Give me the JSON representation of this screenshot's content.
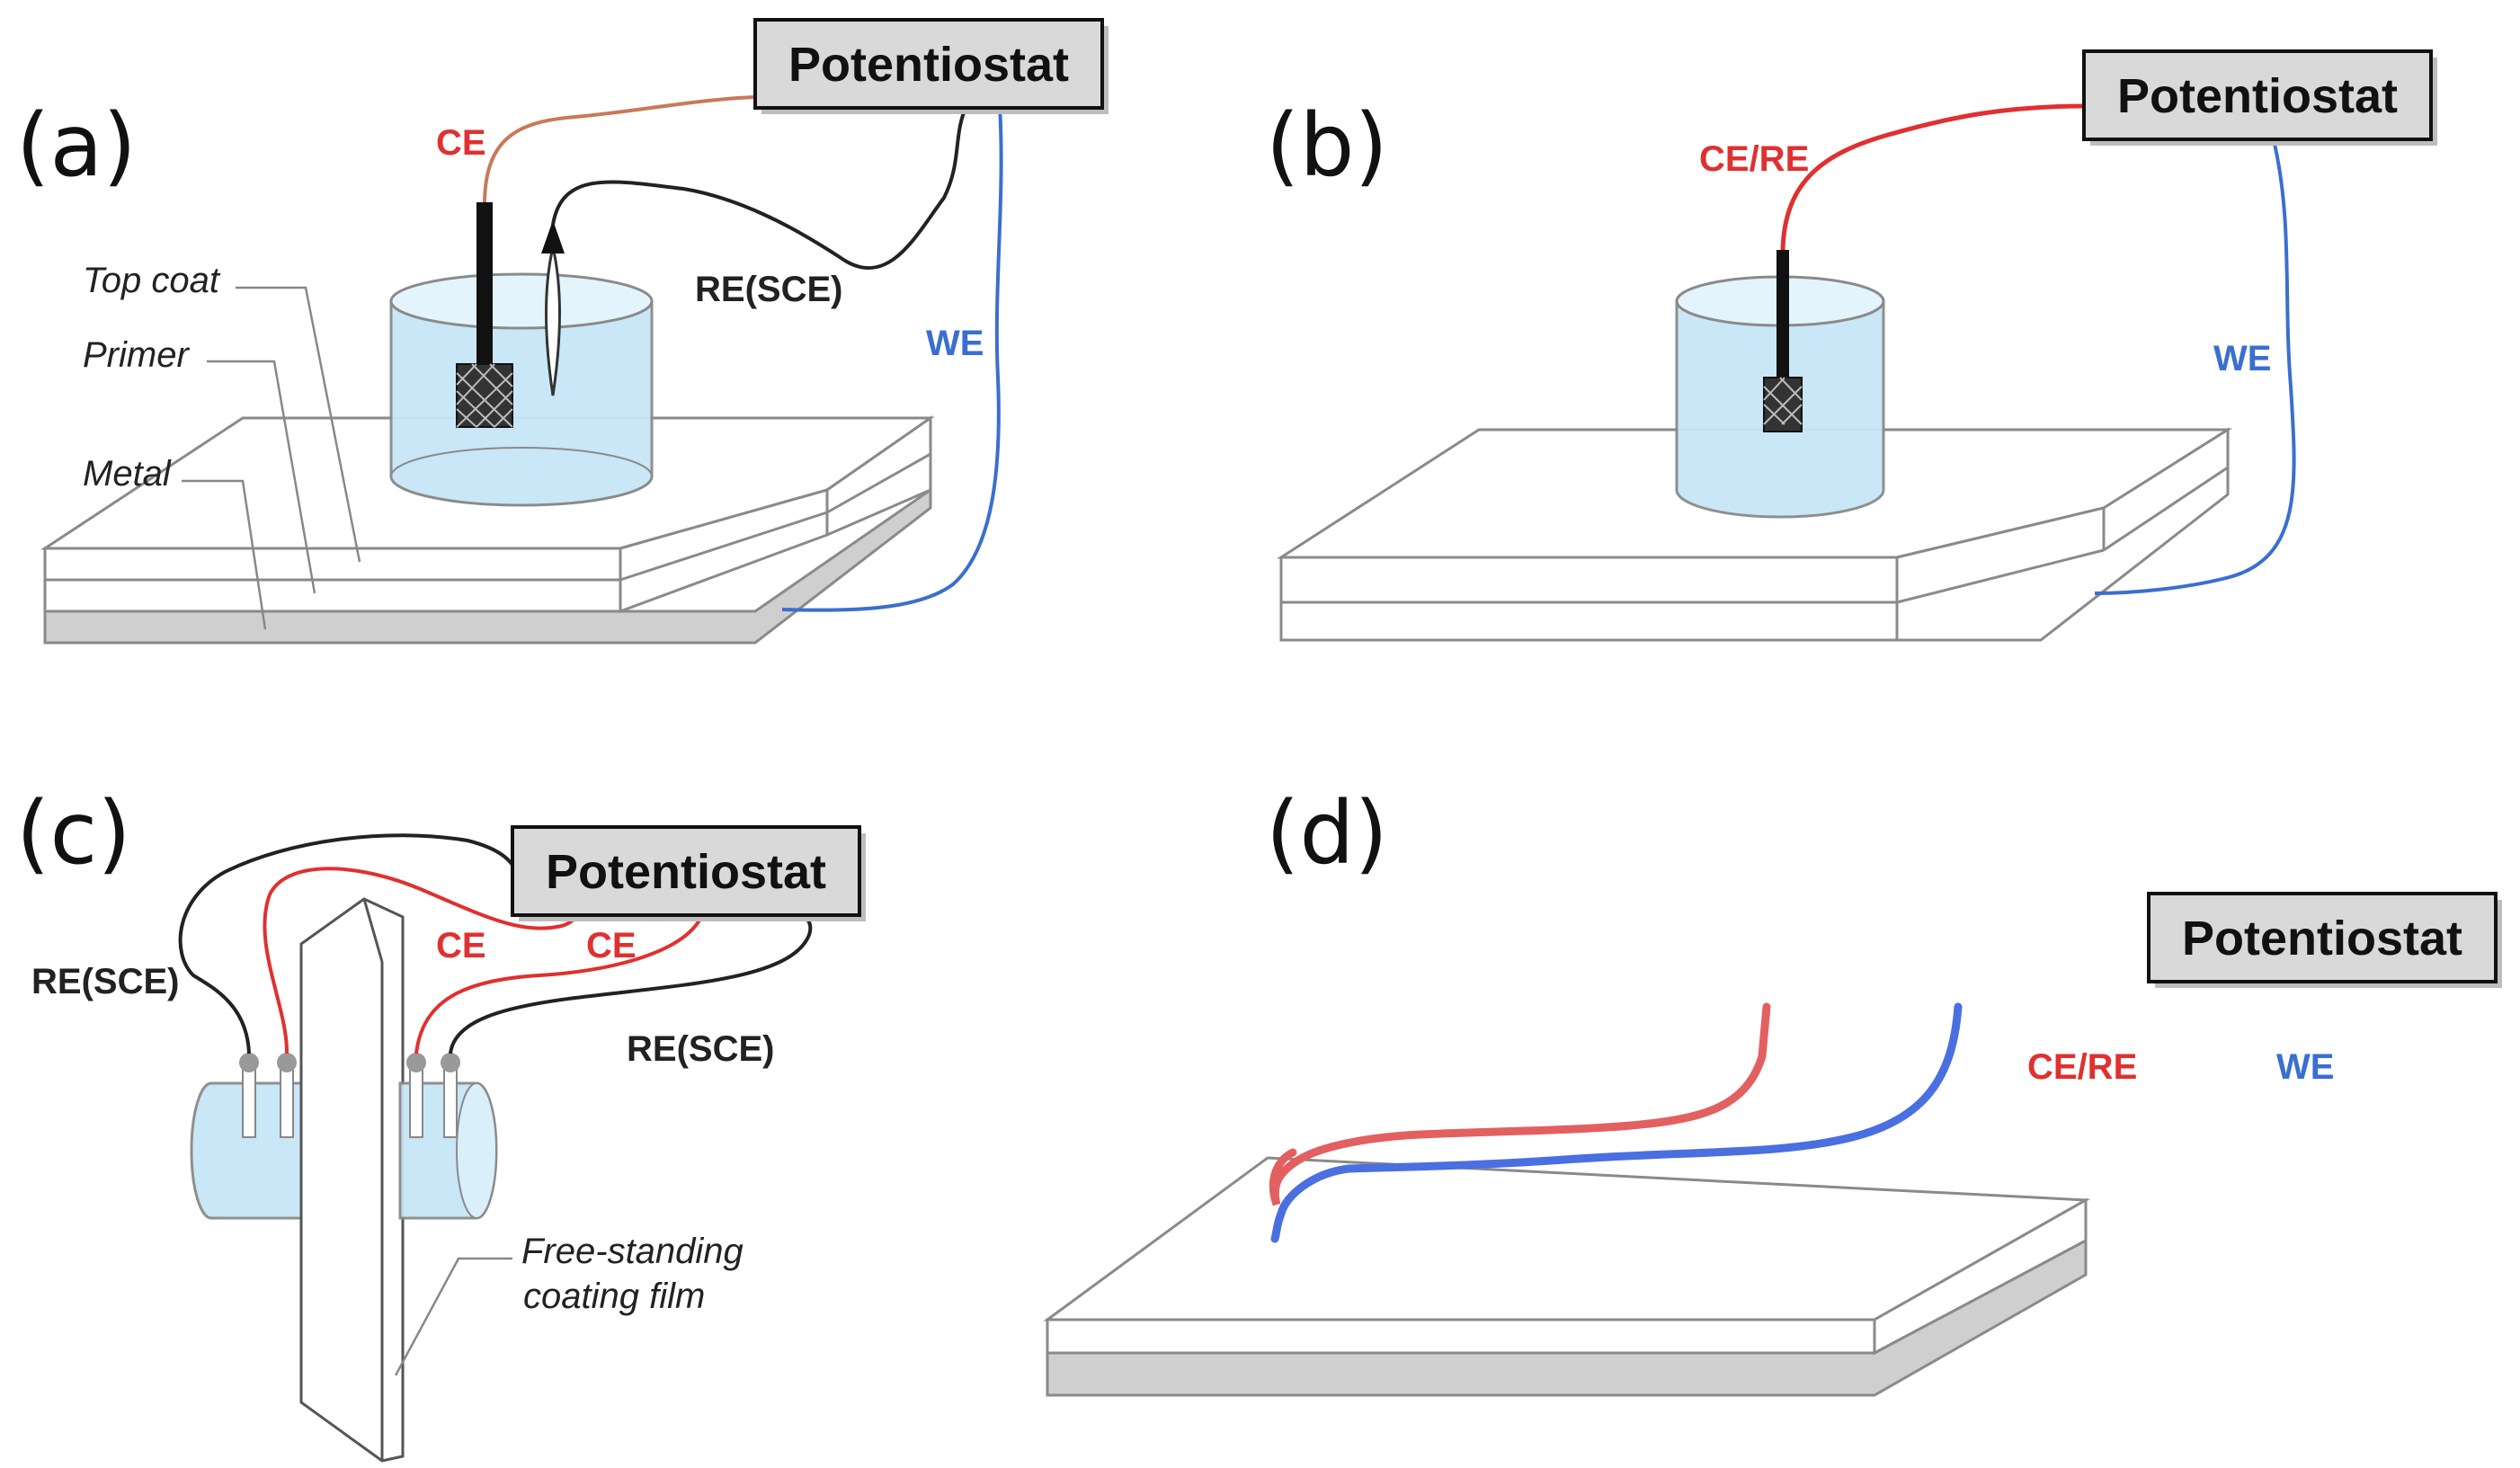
{
  "panels": {
    "a": {
      "label": "(a)",
      "box": "Potentiostat",
      "wires": {
        "ce": "CE",
        "re": "RE(SCE)",
        "we": "WE"
      },
      "layers": {
        "top": "Top coat",
        "primer": "Primer",
        "metal": "Metal"
      }
    },
    "b": {
      "label": "(b)",
      "box": "Potentiostat",
      "wires": {
        "cere": "CE/RE",
        "we": "WE"
      }
    },
    "c": {
      "label": "(c)",
      "box": "Potentiostat",
      "wires": {
        "ce_left": "CE",
        "ce_right": "CE",
        "re_left": "RE(SCE)",
        "re_right": "RE(SCE)"
      },
      "film": {
        "line1": "Free-standing",
        "line2": "coating film"
      }
    },
    "d": {
      "label": "(d)",
      "box": "Potentiostat",
      "wires": {
        "cere": "CE/RE",
        "we": "WE"
      }
    }
  },
  "colors": {
    "ce_wire": "#e03030",
    "ce_wire_a": "#c77a5a",
    "re_wire": "#222222",
    "we_wire": "#3a6fd0",
    "electrolyte": "#c7e6f6",
    "box_fill": "#d9d9d9"
  }
}
